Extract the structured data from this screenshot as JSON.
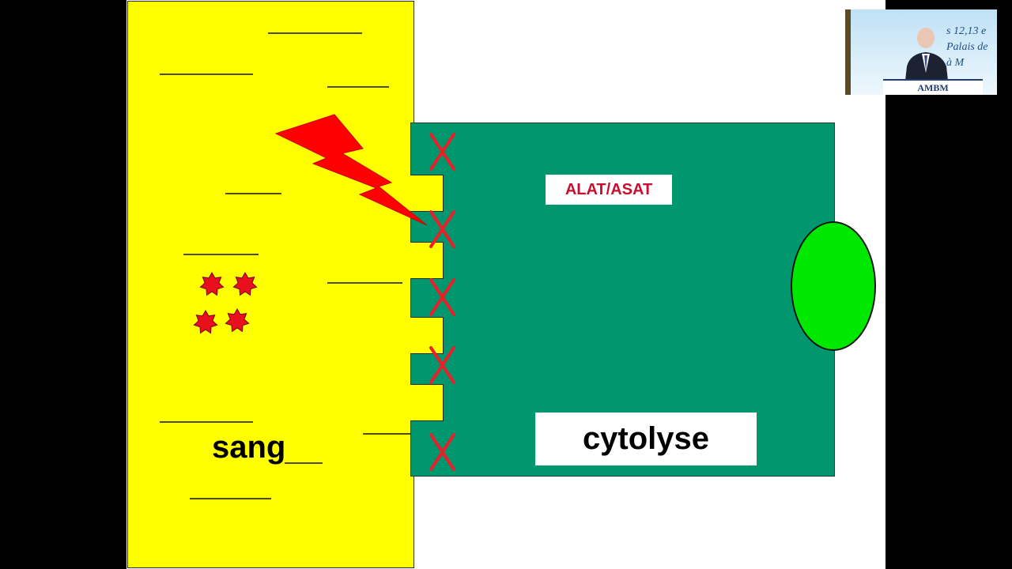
{
  "diagram": {
    "blood_label": "sang",
    "enzyme_label": "ALAT/ASAT",
    "process_label": "cytolyse"
  },
  "colors": {
    "blood": "#ffff00",
    "cell": "#00976f",
    "nucleus": "#00e800",
    "marker_x": "#e8202a",
    "lightning": "#ff0000",
    "star": "#e8101c",
    "enzyme_text": "#c8102e"
  },
  "icons": {
    "injury": "lightning-bolt-icon",
    "membrane_damage": "red-x-mark-icon",
    "released_enzyme": "red-star-icon",
    "nucleus": "nucleus-ellipse"
  },
  "speaker_inset": {
    "banner_lines": [
      "s 12,13 e",
      "Palais de",
      "à M"
    ],
    "podium_text": "AMBM"
  }
}
